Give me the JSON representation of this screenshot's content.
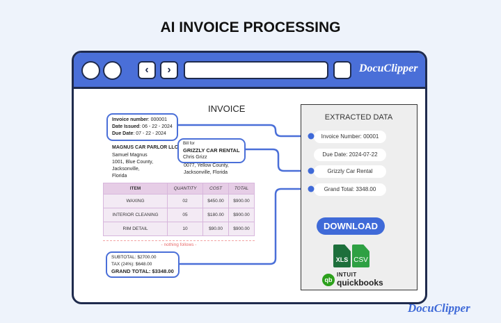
{
  "title": "AI INVOICE PROCESSING",
  "browser": {
    "logo": "DocuClipper",
    "back_icon": "chevron-left",
    "forward_icon": "chevron-right"
  },
  "invoice": {
    "title": "INVOICE",
    "meta": [
      {
        "label": "Invoice number",
        "value": ": 000001"
      },
      {
        "label": "Date Issued",
        "value": ": 06 - 22 - 2024"
      },
      {
        "label": "Due Date",
        "value": ": 07 - 22 - 2024"
      }
    ],
    "from": {
      "name": "MAGNUS CAR PARLOR LLC",
      "contact": "Samuel Magnus",
      "address1": "1001, Blue County, Jacksonville,",
      "address2": "Florida"
    },
    "bill": {
      "label": "Bill for",
      "name": "GRIZZLY CAR RENTAL",
      "contact": "Chris Grizz",
      "address1": "0077, Yellow County,",
      "address2": "Jacksonville, Florida"
    },
    "columns": [
      "ITEM",
      "QUANTITY",
      "COST",
      "TOTAL"
    ],
    "rows": [
      [
        "WAXING",
        "02",
        "$450.00",
        "$900.00"
      ],
      [
        "INTERIOR CLEANING",
        "05",
        "$180.00",
        "$900.00"
      ],
      [
        "RIM DETAIL",
        "10",
        "$90.00",
        "$900.00"
      ]
    ],
    "nothing_follows": "- nothing follows -",
    "subtotal": "SUBTOTAL: $2700.00",
    "tax": "TAX (24%): $648.00",
    "grand_total": "GRAND TOTAL: $3348.00"
  },
  "extracted": {
    "title": "EXTRACTED DATA",
    "fields": [
      "Invoice Number: 00001",
      "Due Date: 2024-07-22",
      "Grizzly Car Rental",
      "Grand Total: 3348.00"
    ],
    "download": "DOWNLOAD",
    "formats": [
      "XLS",
      "CSV"
    ],
    "qb_brand": "INTUIT",
    "qb_name": "quickbooks"
  },
  "footer_logo": "DocuClipper",
  "colors": {
    "accent": "#4a6fd8",
    "frame": "#1f2b4d",
    "xls": "#1d6f3b",
    "csv": "#2ea043",
    "qb": "#2ca01c"
  }
}
